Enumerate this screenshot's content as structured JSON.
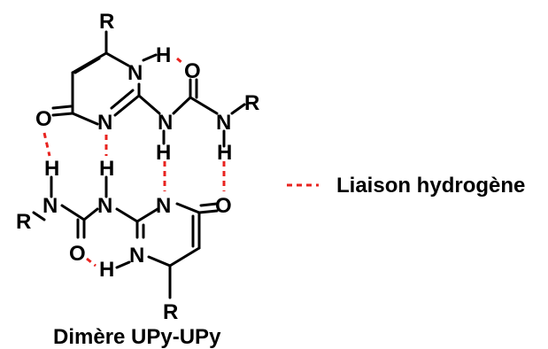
{
  "molecule": {
    "substituent": "R",
    "nitrogen": "N",
    "hydrogen": "H",
    "oxygen": "O"
  },
  "legend": {
    "label": "Liaison hydrogène",
    "line_color": "#e8231f"
  },
  "caption": "Dimère UPy-UPy",
  "colors": {
    "bond": "#000000",
    "hydrogen_bond": "#e8231f",
    "background": "#ffffff"
  }
}
